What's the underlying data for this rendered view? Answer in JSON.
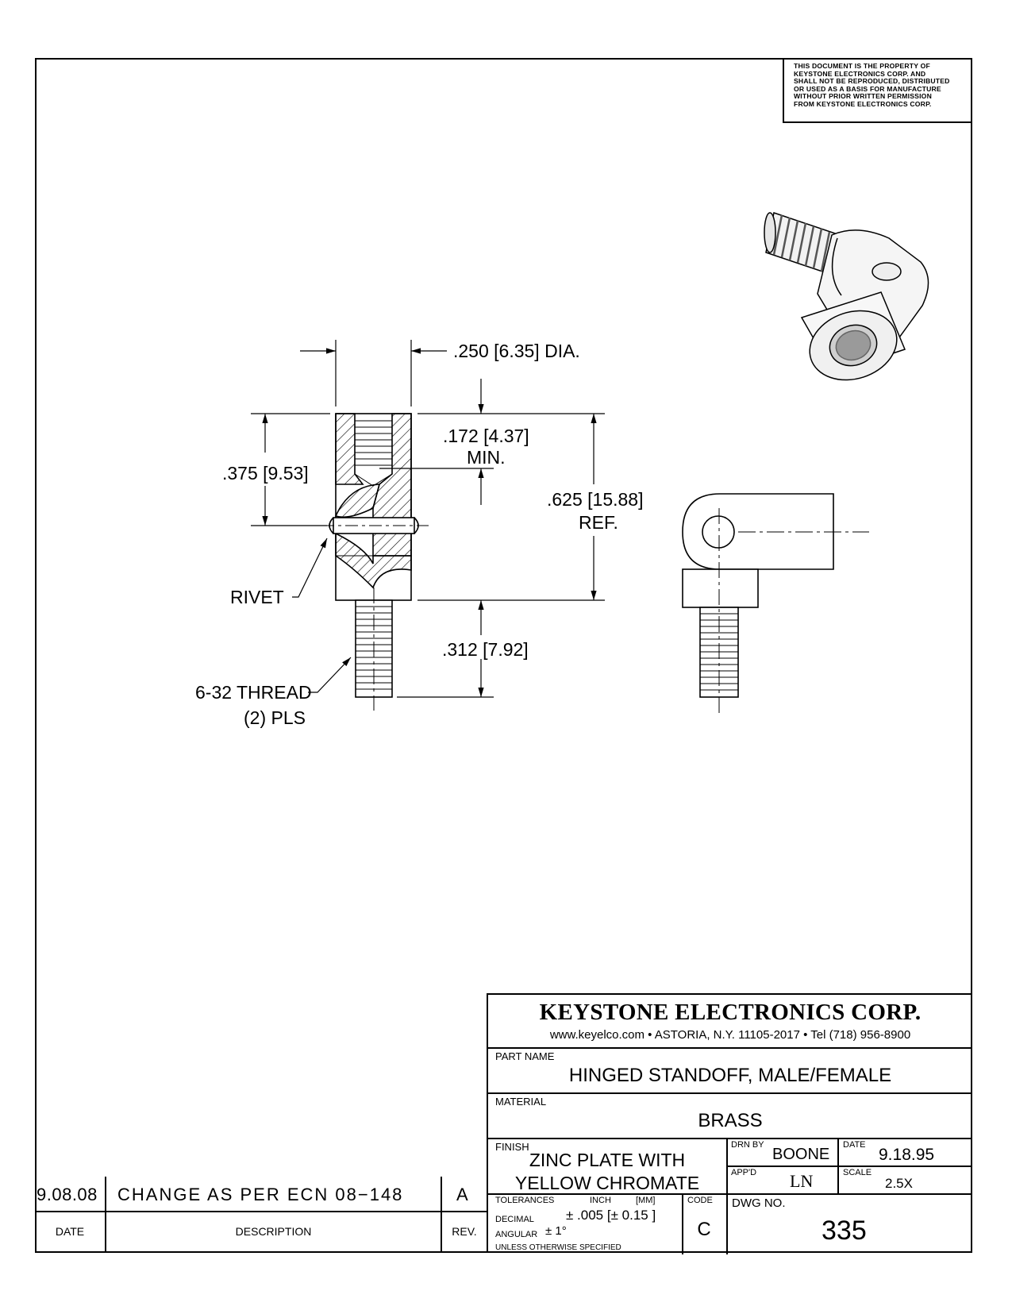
{
  "notice": "THIS DOCUMENT IS THE PROPERTY OF\nKEYSTONE ELECTRONICS CORP. AND\nSHALL NOT BE REPRODUCED, DISTRIBUTED\nOR USED AS A BASIS FOR MANUFACTURE\nWITHOUT PRIOR WRITTEN PERMISSION\nFROM KEYSTONE ELECTRONICS CORP.",
  "dimensions": {
    "dia": ".250 [6.35] DIA.",
    "depth_1": ".172 [4.37]",
    "depth_2": "MIN.",
    "upper": ".375 [9.53]",
    "ref_1": ".625 [15.88]",
    "ref_2": "REF.",
    "rivet": "RIVET",
    "thread_len": ".312 [7.92]",
    "thread_1": "6-32 THREAD",
    "thread_2": "(2) PLS"
  },
  "title_block": {
    "company": "KEYSTONE ELECTRONICS CORP.",
    "address": "www.keyelco.com •  ASTORIA, N.Y. 11105-2017 • Tel (718) 956-8900",
    "part_name_label": "PART NAME",
    "part_name": "HINGED STANDOFF, MALE/FEMALE",
    "material_label": "MATERIAL",
    "material": "BRASS",
    "finish_label": "FINISH",
    "finish_1": "ZINC PLATE WITH",
    "finish_2": "YELLOW CHROMATE",
    "drn_by_label": "DRN BY",
    "drn_by": "BOONE",
    "date_label": "DATE",
    "date": "9.18.95",
    "appd_label": "APP'D",
    "appd": "LN",
    "scale_label": "SCALE",
    "scale": "2.5X",
    "tolerances_label": "TOLERANCES",
    "inch_label": "INCH",
    "mm_label": "[MM]",
    "code_label": "CODE",
    "decimal_label": "DECIMAL",
    "decimal_value": "± .005  [± 0.15 ]",
    "angular_label": "ANGULAR",
    "angular_value": "± 1°",
    "unless": "UNLESS OTHERWISE SPECIFIED",
    "code": "C",
    "dwg_no_label": "DWG NO.",
    "dwg_no": "335"
  },
  "revision": {
    "date": "9.08.08",
    "description": "CHANGE AS PER ECN 08−148",
    "rev": "A",
    "date_header": "DATE",
    "description_header": "DESCRIPTION",
    "rev_header": "REV."
  }
}
